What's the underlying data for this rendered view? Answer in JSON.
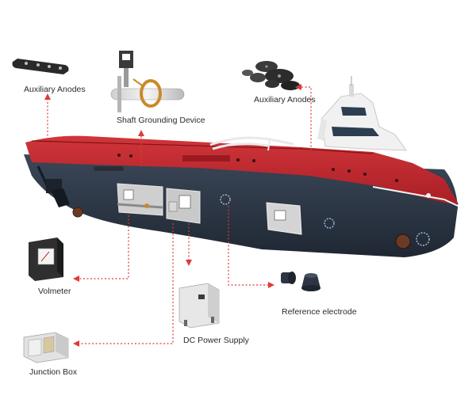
{
  "labels": {
    "aux_anodes_left": "Auxiliary Anodes",
    "shaft_grounding": "Shaft Grounding Device",
    "aux_anodes_right": "Auxiliary Anodes",
    "voltmeter": "Volmeter",
    "dc_power_supply": "DC Power Supply",
    "reference_electrode": "Reference electrode",
    "junction_box": "Junction Box"
  },
  "colors": {
    "hull_red": "#c2272d",
    "hull_navy": "#2e3a4a",
    "connector_red": "#e03a3a",
    "superstructure": "#f2f2f2"
  },
  "icons": {
    "aux_anodes_left": "bar-anode-icon",
    "shaft_grounding": "shaft-grounding-icon",
    "aux_anodes_right": "disc-anodes-icon",
    "voltmeter": "voltmeter-icon",
    "dc_power_supply": "power-cabinet-icon",
    "reference_electrode": "electrode-icon",
    "junction_box": "junction-box-icon"
  }
}
